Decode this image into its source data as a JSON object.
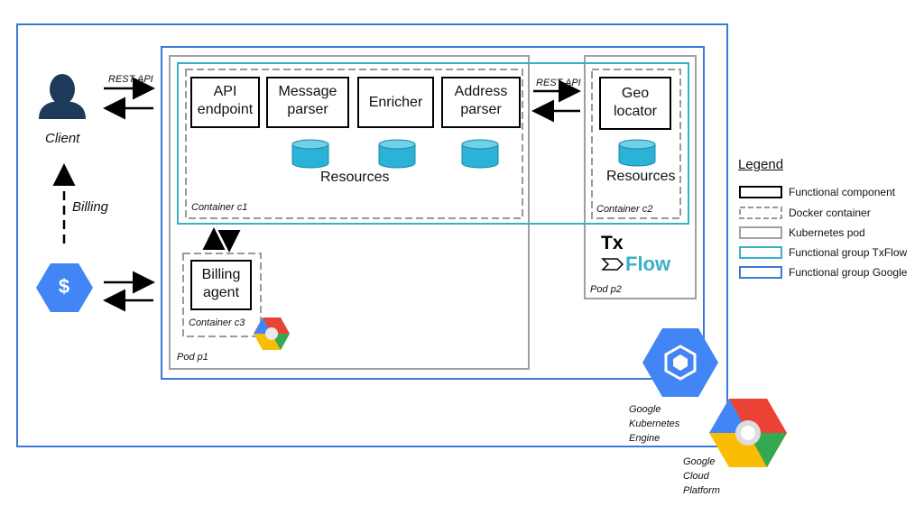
{
  "client": {
    "label": "Client"
  },
  "arrows": {
    "rest_api_left": "REST API",
    "rest_api_right": "REST API",
    "billing": "Billing"
  },
  "components": {
    "api_endpoint": {
      "line1": "API",
      "line2": "endpoint"
    },
    "message_parser": {
      "line1": "Message",
      "line2": "parser"
    },
    "enricher": {
      "label": "Enricher"
    },
    "address_parser": {
      "line1": "Address",
      "line2": "parser"
    },
    "geo_locator": {
      "line1": "Geo",
      "line2": "locator"
    },
    "billing_agent": {
      "line1": "Billing",
      "line2": "agent"
    }
  },
  "resources": {
    "c1": "Resources",
    "c2": "Resources"
  },
  "containers": {
    "c1": "Container c1",
    "c2": "Container c2",
    "c3": "Container c3"
  },
  "pods": {
    "p1": "Pod p1",
    "p2": "Pod p2"
  },
  "billing_icon": {
    "symbol": "$"
  },
  "txflow_logo": {
    "tx": "Tx",
    "flow": "Flow"
  },
  "gke": {
    "line1": "Google",
    "line2": "Kubernetes",
    "line3": "Engine"
  },
  "gcp": {
    "line1": "Google",
    "line2": "Cloud",
    "line3": "Platform"
  },
  "legend": {
    "title": "Legend",
    "items": [
      "Functional component",
      "Docker container",
      "Kubernetes pod",
      "Functional group TxFlow",
      "Functional group Google"
    ]
  },
  "colors": {
    "google_blue": "#3c78d8",
    "txflow_teal": "#3ab0c8",
    "pod_gray": "#a0a0a0",
    "resource_cyan": "#2ab3d6",
    "client_navy": "#1e3a5a"
  }
}
